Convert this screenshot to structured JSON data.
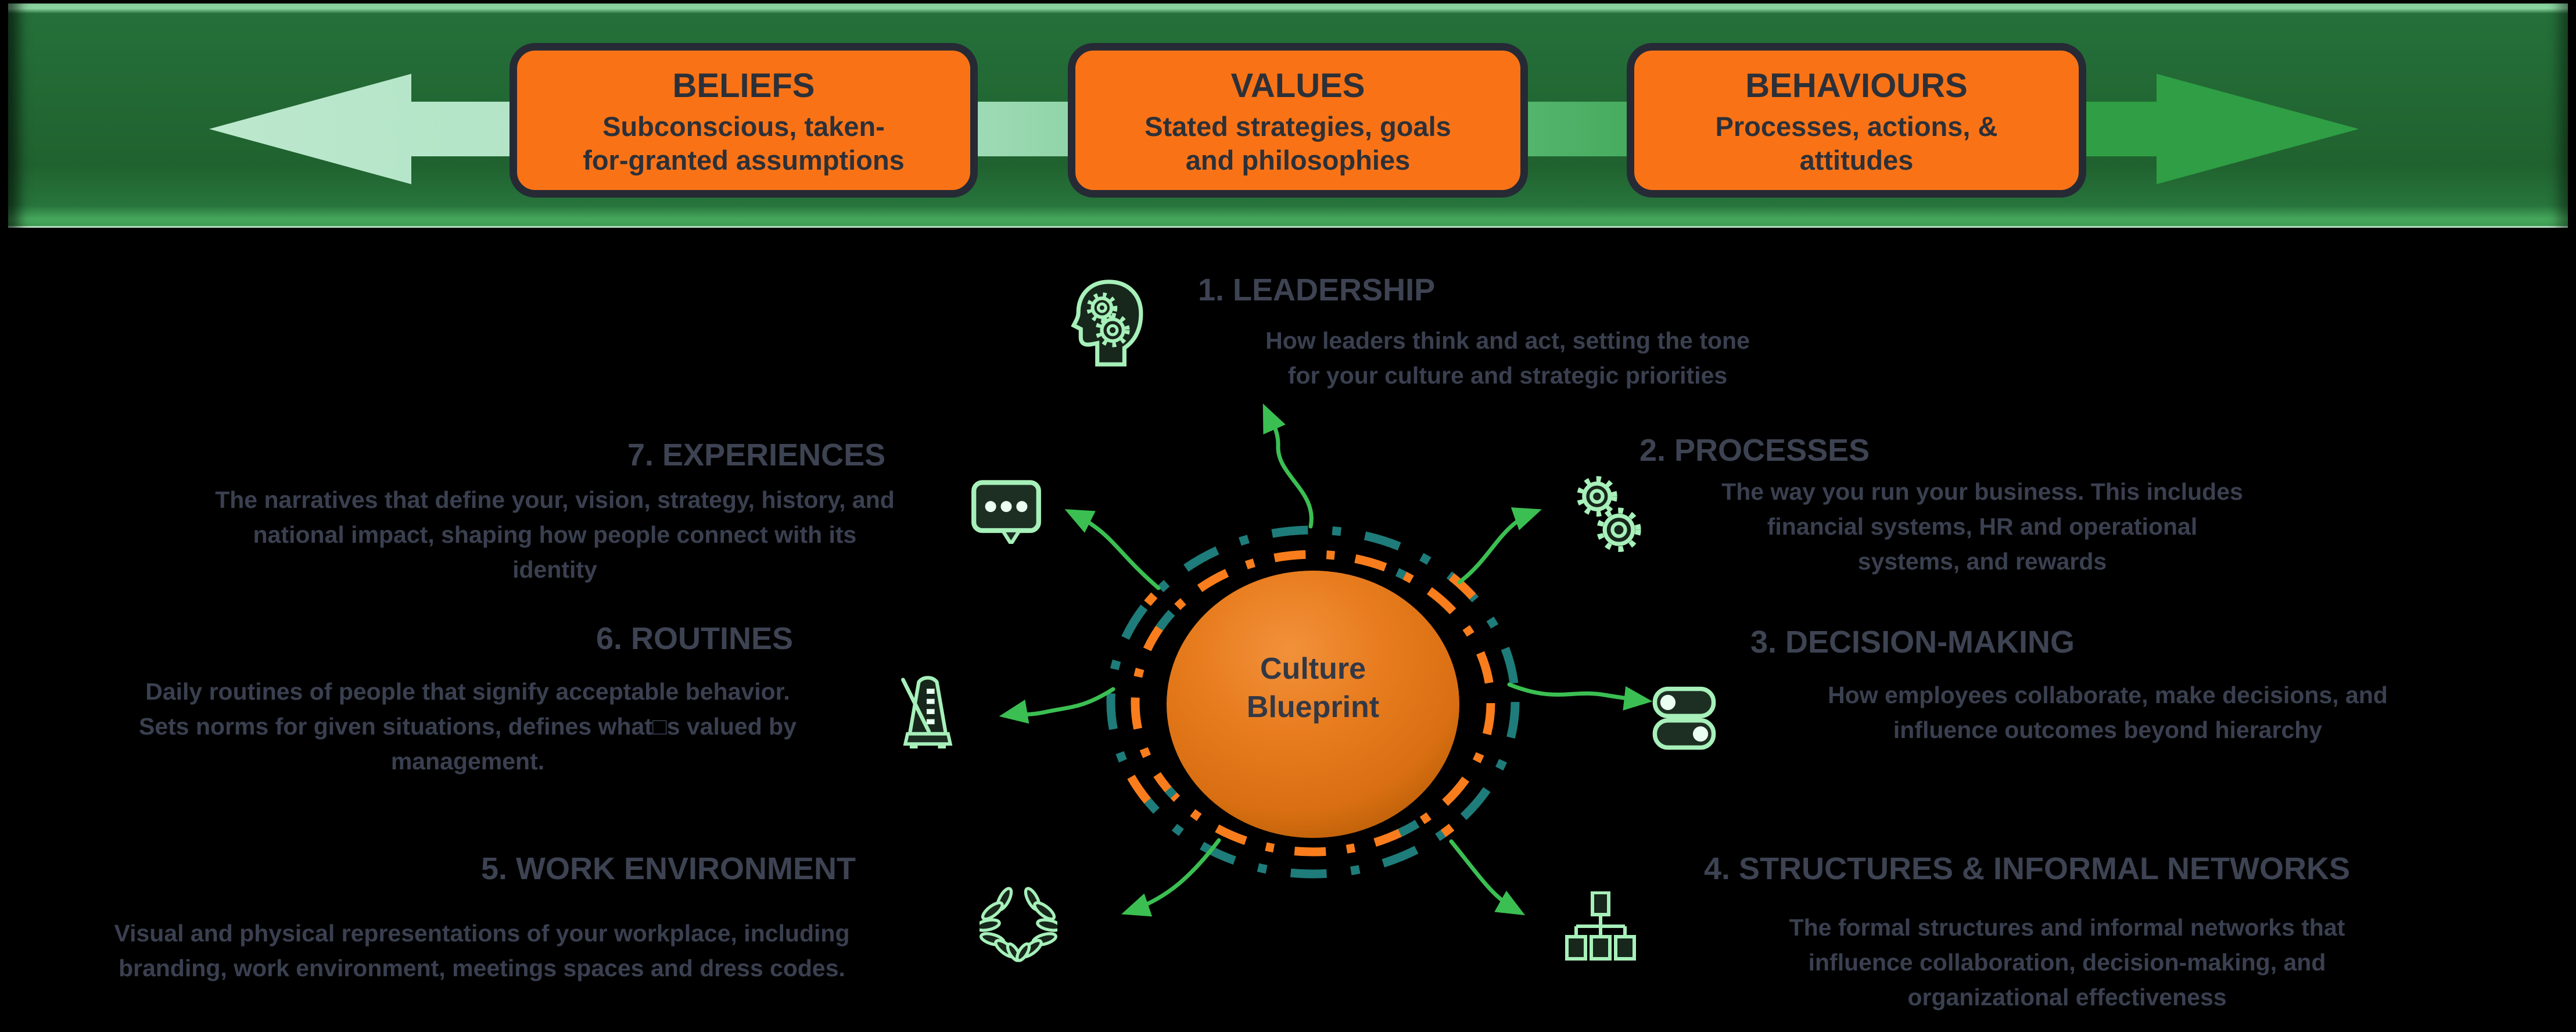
{
  "banner": {
    "boxes": [
      {
        "title": "BELIEFS",
        "subtitle": "Subconscious, taken-\nfor-granted assumptions"
      },
      {
        "title": "VALUES",
        "subtitle": "Stated strategies, goals\nand philosophies"
      },
      {
        "title": "BEHAVIOURS",
        "subtitle": "Processes, actions, &\nattitudes"
      }
    ]
  },
  "center": {
    "label": "Culture\nBlueprint"
  },
  "sections": [
    {
      "id": "leadership",
      "heading": "1. LEADERSHIP",
      "body": "How leaders think and act, setting the tone\nfor your culture and strategic priorities",
      "icon": "head-gears-icon"
    },
    {
      "id": "processes",
      "heading": "2. PROCESSES",
      "body": "The way you run your business. This includes\nfinancial systems, HR and operational\nsystems, and rewards",
      "icon": "gears-icon"
    },
    {
      "id": "decision-making",
      "heading": "3. DECISION-MAKING",
      "body": "How employees collaborate, make decisions, and\ninfluence outcomes beyond hierarchy",
      "icon": "toggles-icon"
    },
    {
      "id": "structures",
      "heading": "4. STRUCTURES & INFORMAL NETWORKS",
      "body": "The formal structures and informal networks that\ninfluence collaboration, decision-making, and\norganizational effectiveness",
      "icon": "org-chart-icon"
    },
    {
      "id": "work-environment",
      "heading": "5. WORK ENVIRONMENT",
      "body": "Visual and physical representations of your workplace, including\nbranding, work environment, meetings spaces and dress codes.",
      "icon": "laurel-icon"
    },
    {
      "id": "routines",
      "heading": "6. ROUTINES",
      "body": "Daily routines of people that signify acceptable behavior.\nSets norms for given situations, defines what□s valued by\nmanagement.",
      "icon": "metronome-icon"
    },
    {
      "id": "experiences",
      "heading": "7. EXPERIENCES",
      "body": "The narratives that define your, vision, strategy, history, and\nnational impact, shaping how people connect with its\nidentity",
      "icon": "speech-bubble-icon"
    }
  ],
  "colors": {
    "banner_bg": "#20622f",
    "arrow_light": "#bce8cd",
    "arrow_green": "#2f9e44",
    "box_orange": "#f97316",
    "box_border": "#262a35",
    "sphere_orange": "#e4761a",
    "ring_orange": "#f97d1c",
    "ring_teal": "#1e7c7a",
    "arrow_curve_green": "#3bbf52",
    "icon_green": "#a7f0ba",
    "icon_fill": "#17271b",
    "text_gray": "#3d4352"
  }
}
